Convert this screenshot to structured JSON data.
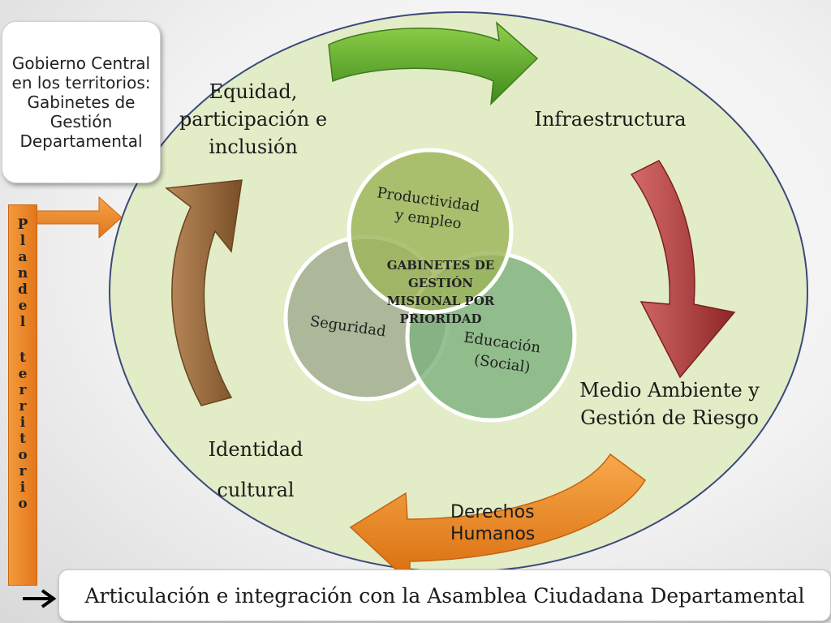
{
  "gobierno_box": "Gobierno Central en los territorios: Gabinetes de Gestión Departamental",
  "plan_territorio": [
    "P",
    "l",
    "a",
    "n",
    "d",
    "e",
    "l",
    "",
    "t",
    "e",
    "r",
    "r",
    "i",
    "t",
    "o",
    "r",
    "i",
    "o"
  ],
  "labels": {
    "equidad": "Equidad, participación e inclusión",
    "infraestructura": "Infraestructura",
    "medio_ambiente": "Medio Ambiente y Gestión de Riesgo",
    "identidad_line1": "Identidad",
    "identidad_line2": "cultural",
    "derechos": "Derechos Humanos"
  },
  "venn": {
    "center": "GABINETES DE GESTIÓN MISIONAL POR PRIORIDAD",
    "productividad": "Productividad y empleo",
    "seguridad": "Seguridad",
    "educacion": "Educación (Social)"
  },
  "bottom_bar": "Articulación e integración con la Asamblea Ciudadana Departamental",
  "colors": {
    "big_circle": "#e2ecc6",
    "arrow_green": "#5fa82b",
    "arrow_red": "#b03a3a",
    "arrow_orange": "#ee8a1e",
    "arrow_brown": "#9a6a3c",
    "circle_productividad": "#9db55a",
    "circle_seguridad": "#a3ae92",
    "circle_educacion": "#7fb27f"
  }
}
